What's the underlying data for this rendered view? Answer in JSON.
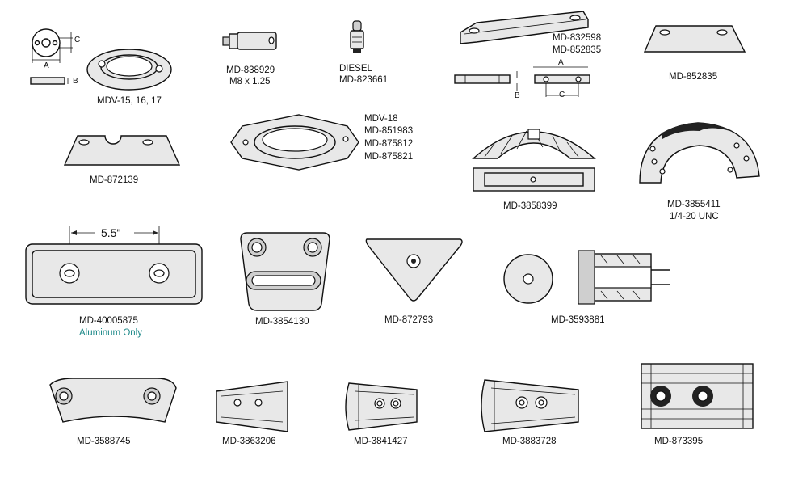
{
  "parts": {
    "p1": {
      "line1": "MDV-15, 16, 17",
      "dim_a": "A",
      "dim_b": "B",
      "dim_c": "C"
    },
    "p2": {
      "line1": "MD-838929",
      "line2": "M8 x 1.25"
    },
    "p3": {
      "line1": "DIESEL",
      "line2": "MD-823661"
    },
    "p4": {
      "line1": "MD-832598",
      "line2": "MD-852835",
      "dim_a": "A",
      "dim_b": "B",
      "dim_c": "C"
    },
    "p5": {
      "line1": "MD-852835"
    },
    "p6": {
      "line1": "MD-872139"
    },
    "p7": {
      "line1": "MDV-18",
      "line2": "MD-851983",
      "line3": "MD-875812",
      "line4": "MD-875821"
    },
    "p8": {
      "line1": "MD-3858399"
    },
    "p9": {
      "line1": "MD-3855411",
      "line2": "1/4-20 UNC"
    },
    "p10": {
      "line1": "MD-40005875",
      "line2": "Aluminum Only",
      "spacing": "5.5\""
    },
    "p11": {
      "line1": "MD-3854130"
    },
    "p12": {
      "line1": "MD-872793"
    },
    "p13": {
      "line1": "MD-3593881"
    },
    "p14": {
      "line1": "MD-3588745"
    },
    "p15": {
      "line1": "MD-3863206"
    },
    "p16": {
      "line1": "MD-3841427"
    },
    "p17": {
      "line1": "MD-3883728"
    },
    "p18": {
      "line1": "MD-873395"
    }
  },
  "colors": {
    "line": "#111111",
    "fill": "#e8e8e8",
    "note": "#1f8a8a"
  }
}
